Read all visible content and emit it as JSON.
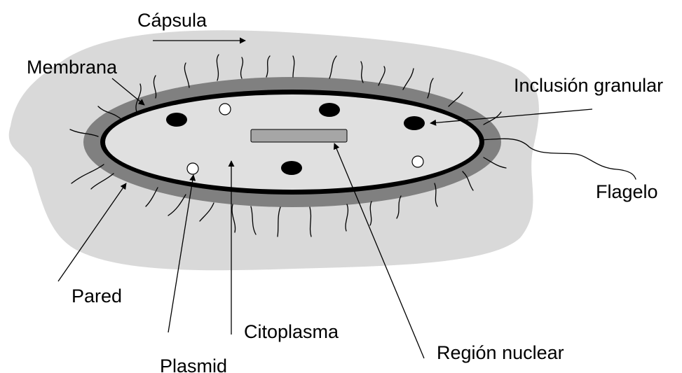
{
  "labels": {
    "capsula": "Cápsula",
    "membrana": "Membrana",
    "inclusion_granular": "Inclusión granular",
    "flagelo": "Flagelo",
    "pared": "Pared",
    "citoplasma": "Citoplasma",
    "region_nuclear": "Región nuclear",
    "plasmid": "Plasmid"
  },
  "colors": {
    "capsule": "#d9d9d9",
    "wall": "#808080",
    "membrane": "#000000",
    "cytoplasm": "#e0e0e0",
    "nucleoid": "#a6a6a6",
    "granule": "#000000",
    "plasmid": "#ffffff"
  }
}
